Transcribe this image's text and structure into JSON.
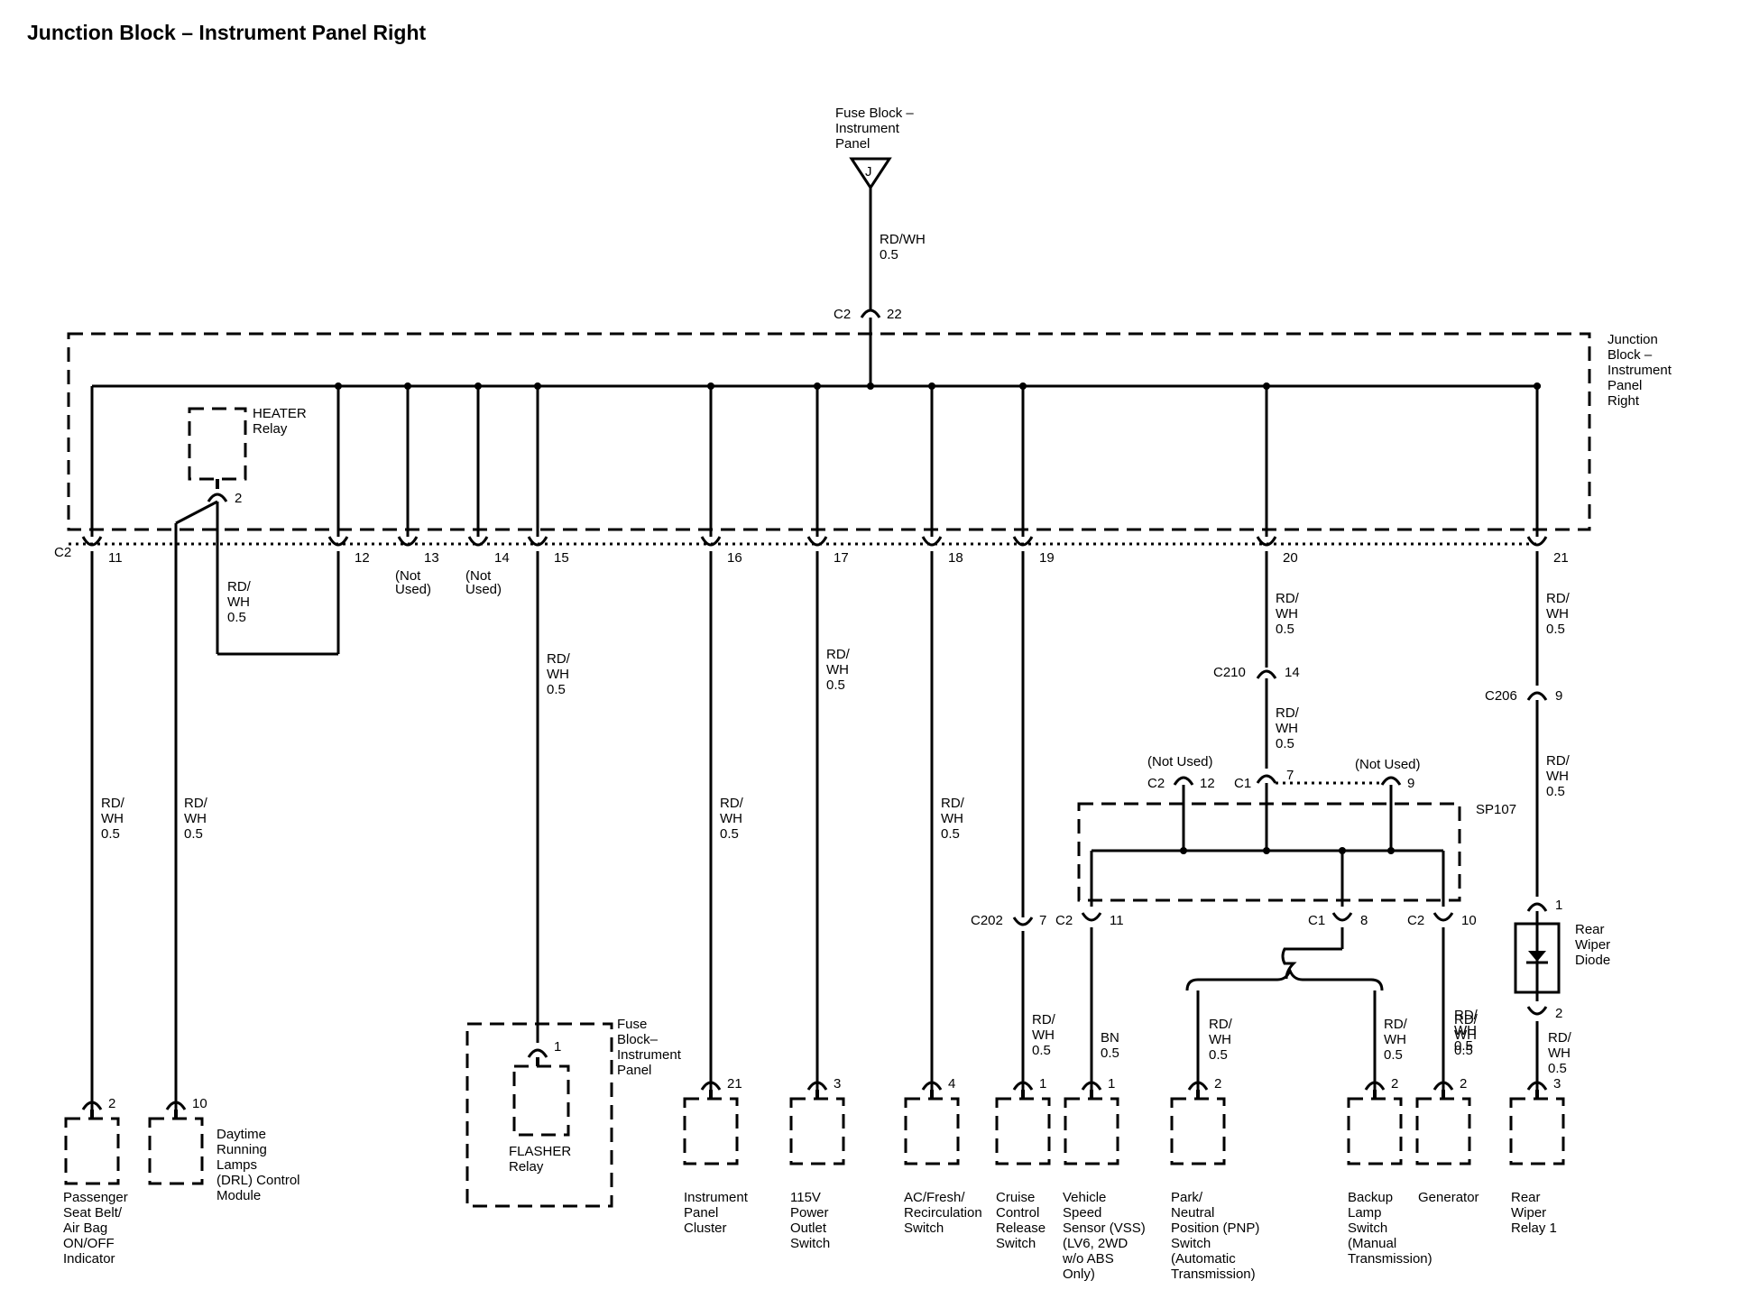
{
  "title": "Junction Block – Instrument Panel Right",
  "source": {
    "lines": [
      "Fuse Block –",
      "Instrument",
      "Panel"
    ],
    "terminal": "J"
  },
  "wire_top": [
    "RD/WH",
    "0.5"
  ],
  "c2_22": {
    "connector": "C2",
    "pin": "22"
  },
  "block_label": [
    "Junction",
    "Block –",
    "Instrument",
    "Panel",
    "Right"
  ],
  "heater": {
    "lines": [
      "HEATER",
      "Relay"
    ],
    "pin": "2"
  },
  "c2_row_connector": "C2",
  "pins": [
    {
      "pin": "11",
      "note": []
    },
    {
      "pin": "12",
      "note": []
    },
    {
      "pin": "13",
      "note": [
        "(Not",
        "Used)"
      ]
    },
    {
      "pin": "14",
      "note": [
        "(Not",
        "Used)"
      ]
    },
    {
      "pin": "15",
      "note": []
    },
    {
      "pin": "16",
      "note": []
    },
    {
      "pin": "17",
      "note": []
    },
    {
      "pin": "18",
      "note": []
    },
    {
      "pin": "19",
      "note": []
    },
    {
      "pin": "20",
      "note": []
    },
    {
      "pin": "21",
      "note": []
    }
  ],
  "wire3": [
    "RD/",
    "WH",
    "0.5"
  ],
  "bn": [
    "BN",
    "0.5"
  ],
  "c210": {
    "connector": "C210",
    "pin": "14"
  },
  "c206": {
    "connector": "C206",
    "pin": "9"
  },
  "c202": {
    "connector": "C202",
    "pin": "7"
  },
  "sp107": {
    "label": "SP107",
    "not_used": "(Not Used)",
    "c2_12": {
      "connector": "C2",
      "pin": "12"
    },
    "c1_7": {
      "connector": "C1",
      "pin": "7"
    },
    "c1_9": {
      "pin": "9"
    },
    "c2_11": {
      "connector": "C2",
      "pin": "11"
    },
    "c1_8": {
      "connector": "C1",
      "pin": "8"
    },
    "c2_10": {
      "connector": "C2",
      "pin": "10"
    }
  },
  "diode": {
    "pin_top": "1",
    "pin_bottom": "2",
    "lines": [
      "Rear",
      "Wiper",
      "Diode"
    ]
  },
  "fuse_block2": {
    "lines": [
      "Fuse",
      "Block–",
      "Instrument",
      "Panel"
    ],
    "pin": "1",
    "relay": [
      "FLASHER",
      "Relay"
    ]
  },
  "components": [
    {
      "pin": "2",
      "lines": [
        "Passenger",
        "Seat Belt/",
        "Air Bag",
        "ON/OFF",
        "Indicator"
      ]
    },
    {
      "pin": "10",
      "lines": [
        "Daytime",
        "Running",
        "Lamps",
        "(DRL) Control",
        "Module"
      ]
    },
    {
      "pin": "21",
      "lines": [
        "Instrument",
        "Panel",
        "Cluster"
      ]
    },
    {
      "pin": "3",
      "lines": [
        "115V",
        "Power",
        "Outlet",
        "Switch"
      ]
    },
    {
      "pin": "4",
      "lines": [
        "AC/Fresh/",
        "Recirculation",
        "Switch"
      ]
    },
    {
      "pin": "1",
      "lines": [
        "Cruise",
        "Control",
        "Release",
        "Switch"
      ]
    },
    {
      "pin": "1",
      "lines": [
        "Vehicle",
        "Speed",
        "Sensor (VSS)",
        "(LV6, 2WD",
        "w/o ABS",
        "Only)"
      ]
    },
    {
      "pin": "2",
      "lines": [
        "Park/",
        "Neutral",
        "Position (PNP)",
        "Switch",
        "(Automatic",
        "Transmission)"
      ]
    },
    {
      "pin": "2",
      "lines": [
        "Backup",
        "Lamp",
        "Switch",
        "(Manual",
        "Transmission)"
      ]
    },
    {
      "pin": "2",
      "lines": [
        "Generator"
      ]
    },
    {
      "pin": "3",
      "lines": [
        "Rear",
        "Wiper",
        "Relay 1"
      ]
    }
  ]
}
